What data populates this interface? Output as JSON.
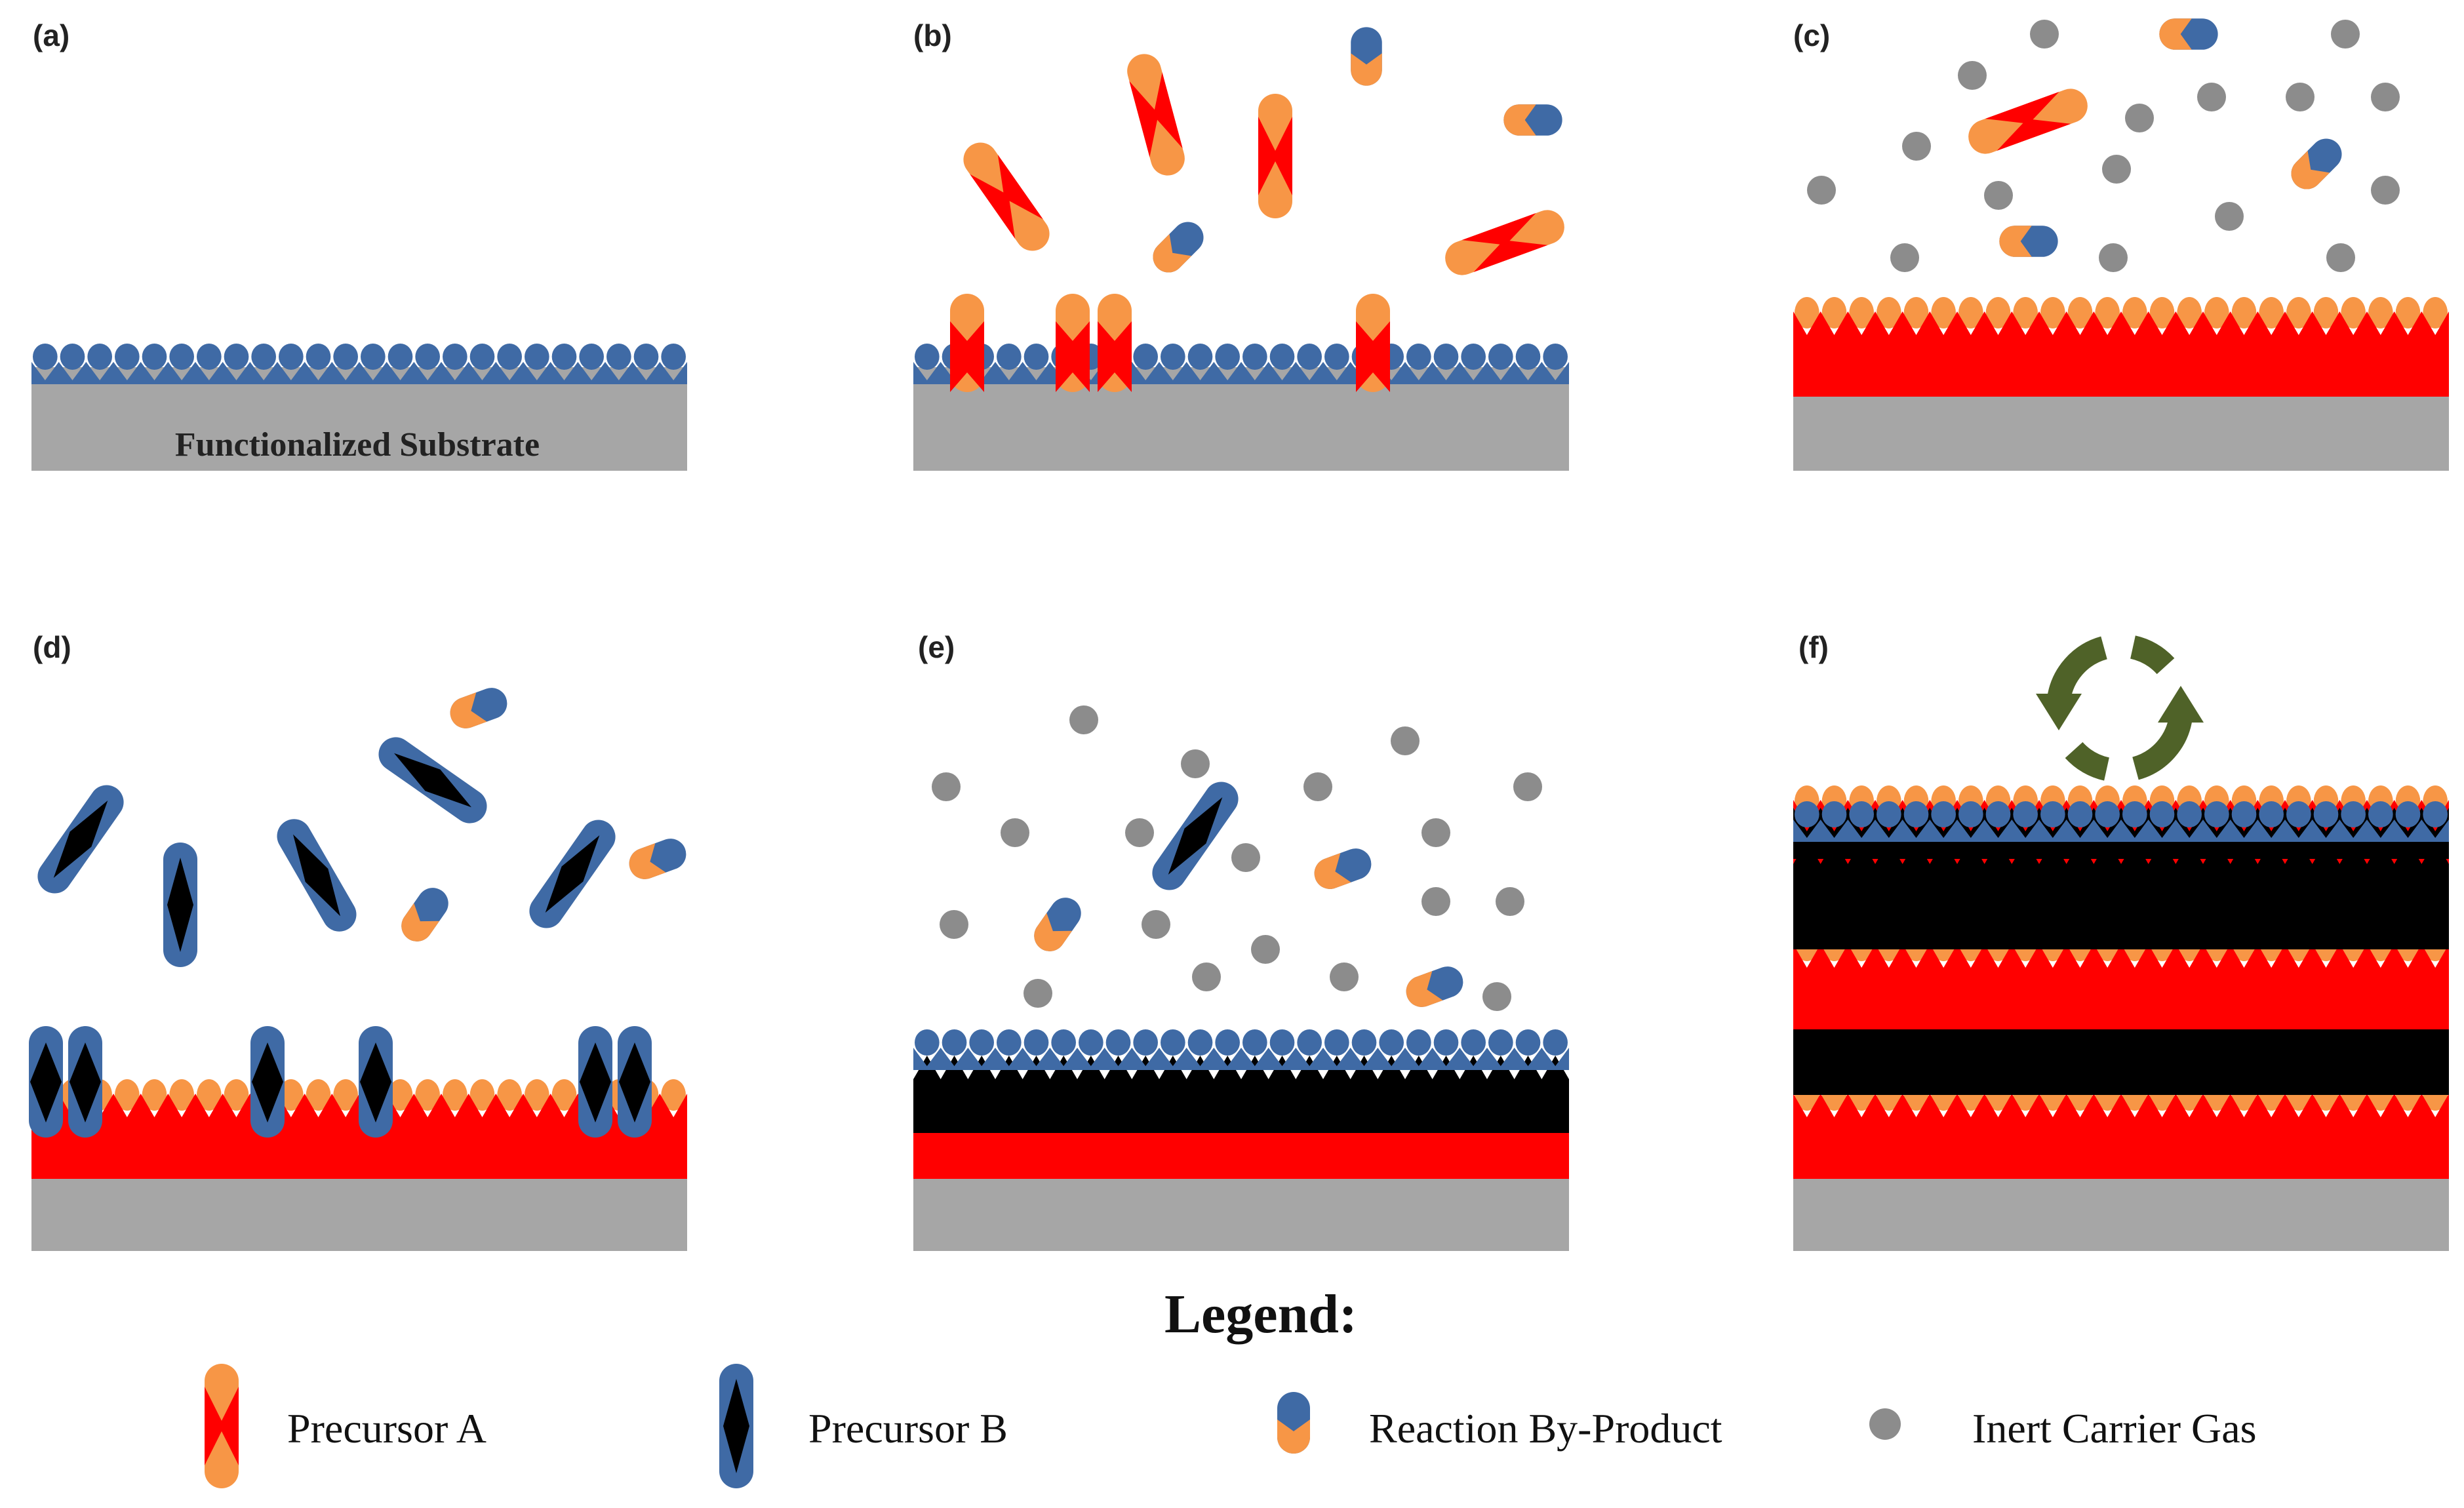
{
  "colors": {
    "substrate": "#a6a6a6",
    "precursor_a": "#ff0000",
    "precursor_a_cap": "#f79646",
    "precursor_b": "#000000",
    "precursor_b_cap": "#3f6aa5",
    "byproduct_top": "#3f6aa5",
    "byproduct_bottom": "#f79646",
    "inert_gas": "#8c8c8c",
    "cycle_arrows": "#4f6228"
  },
  "panels": [
    {
      "id": "a",
      "label": "(a)",
      "substrate_text": "Functionalized Substrate"
    },
    {
      "id": "b",
      "label": "(b)"
    },
    {
      "id": "c",
      "label": "(c)"
    },
    {
      "id": "d",
      "label": "(d)"
    },
    {
      "id": "e",
      "label": "(e)"
    },
    {
      "id": "f",
      "label": "(f)",
      "icon": "cycle-arrows-icon"
    }
  ],
  "legend": {
    "title": "Legend:",
    "items": [
      {
        "label": "Precursor A",
        "icon": "precursor-a-icon"
      },
      {
        "label": "Precursor B",
        "icon": "precursor-b-icon"
      },
      {
        "label": "Reaction By-Product",
        "icon": "byproduct-icon"
      },
      {
        "label": "Inert Carrier Gas",
        "icon": "inert-gas-icon"
      }
    ]
  }
}
